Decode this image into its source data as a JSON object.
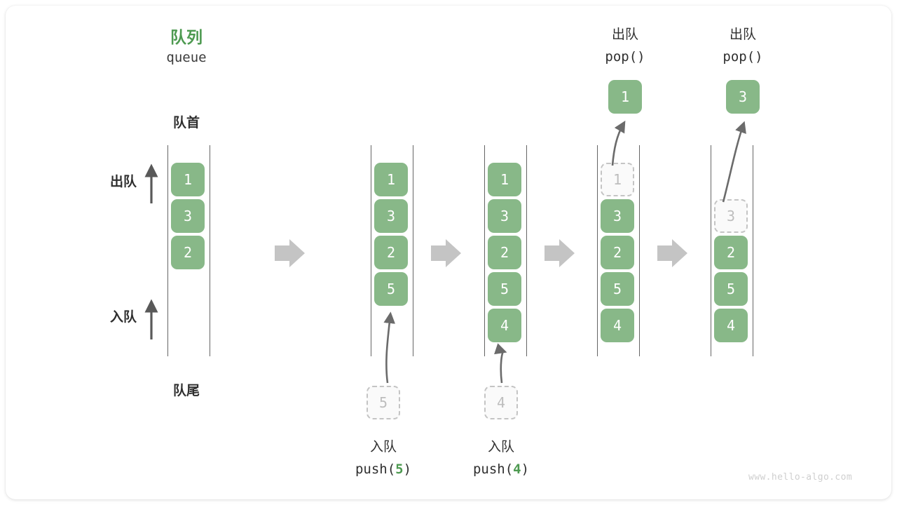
{
  "diagram": {
    "title_cn": "队列",
    "title_code": "queue",
    "front_label": "队首",
    "rear_label": "队尾",
    "dequeue_side_label": "出队",
    "enqueue_side_label": "入队",
    "watermark": "www.hello-algo.com",
    "colors": {
      "accent_green": "#88b888",
      "title_green": "#4e9a51",
      "text_dark": "#2f2f2f",
      "ghost_gray": "#bdbdbd",
      "rail_gray": "#4a4a4a",
      "step_arrow_gray": "#c4c4c4"
    }
  },
  "steps": [
    {
      "id": "initial",
      "nodes": [
        {
          "value": "1",
          "state": "filled"
        },
        {
          "value": "3",
          "state": "filled"
        },
        {
          "value": "2",
          "state": "filled"
        }
      ],
      "op_cn": "",
      "op_code": "",
      "op_arg": "",
      "incoming": null,
      "outgoing": null
    },
    {
      "id": "push-5",
      "nodes": [
        {
          "value": "1",
          "state": "filled"
        },
        {
          "value": "3",
          "state": "filled"
        },
        {
          "value": "2",
          "state": "filled"
        },
        {
          "value": "5",
          "state": "filled"
        }
      ],
      "op_cn": "入队",
      "op_code_prefix": "push(",
      "op_arg": "5",
      "op_code_suffix": ")",
      "incoming": {
        "value": "5",
        "state": "ghost"
      },
      "outgoing": null
    },
    {
      "id": "push-4",
      "nodes": [
        {
          "value": "1",
          "state": "filled"
        },
        {
          "value": "3",
          "state": "filled"
        },
        {
          "value": "2",
          "state": "filled"
        },
        {
          "value": "5",
          "state": "filled"
        },
        {
          "value": "4",
          "state": "filled"
        }
      ],
      "op_cn": "入队",
      "op_code_prefix": "push(",
      "op_arg": "4",
      "op_code_suffix": ")",
      "incoming": {
        "value": "4",
        "state": "ghost"
      },
      "outgoing": null
    },
    {
      "id": "pop-1",
      "nodes": [
        {
          "value": "1",
          "state": "ghost"
        },
        {
          "value": "3",
          "state": "filled"
        },
        {
          "value": "2",
          "state": "filled"
        },
        {
          "value": "5",
          "state": "filled"
        },
        {
          "value": "4",
          "state": "filled"
        }
      ],
      "op_cn": "出队",
      "op_code_prefix": "pop(",
      "op_arg": "",
      "op_code_suffix": ")",
      "incoming": null,
      "outgoing": {
        "value": "1",
        "state": "filled"
      }
    },
    {
      "id": "pop-3",
      "nodes": [
        {
          "value": "",
          "state": "empty"
        },
        {
          "value": "3",
          "state": "ghost"
        },
        {
          "value": "2",
          "state": "filled"
        },
        {
          "value": "5",
          "state": "filled"
        },
        {
          "value": "4",
          "state": "filled"
        }
      ],
      "op_cn": "出队",
      "op_code_prefix": "pop(",
      "op_arg": "",
      "op_code_suffix": ")",
      "incoming": null,
      "outgoing": {
        "value": "3",
        "state": "filled"
      }
    }
  ]
}
